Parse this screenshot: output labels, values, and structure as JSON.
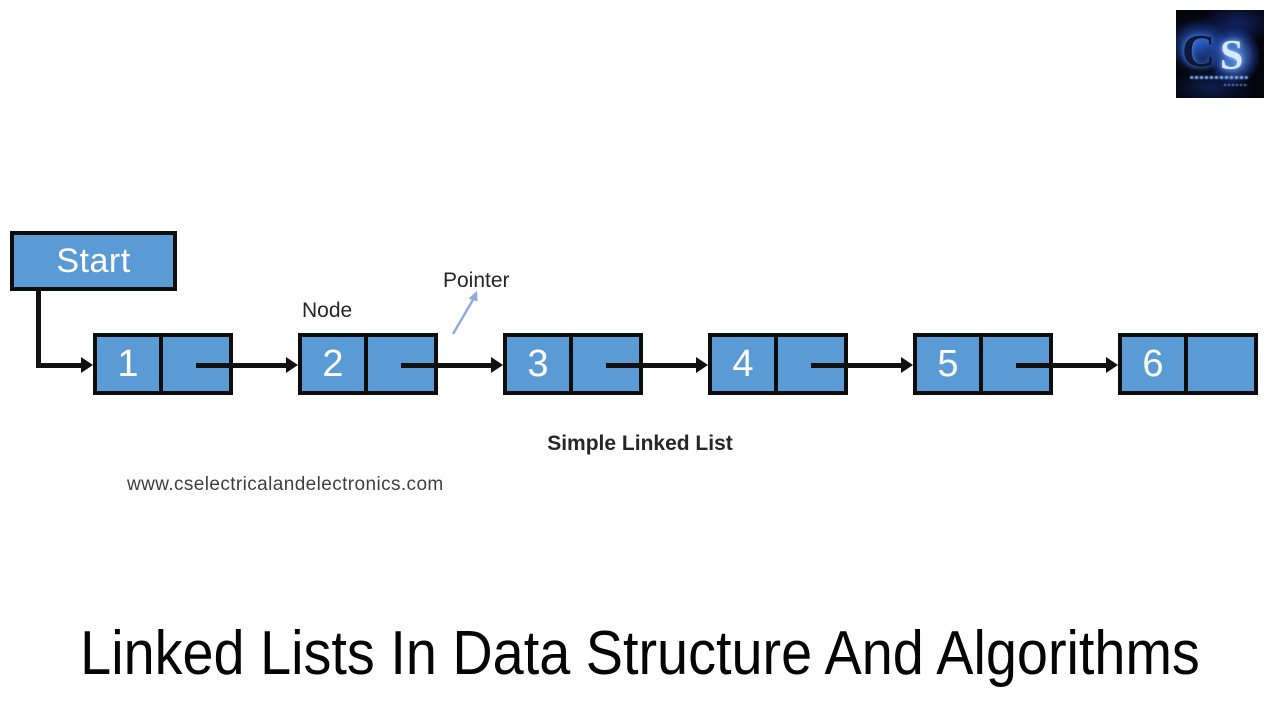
{
  "page": {
    "background": "#ffffff"
  },
  "logo": {
    "letter_c": "C",
    "letter_s": "S"
  },
  "diagram": {
    "start_label": "Start",
    "node_label": "Node",
    "pointer_label": "Pointer",
    "caption": "Simple Linked List",
    "watermark": "www.cselectricalandelectronics.com",
    "nodes": [
      "1",
      "2",
      "3",
      "4",
      "5",
      "6"
    ],
    "colors": {
      "node_fill": "#5B9BD5",
      "node_border": "#0d0d0d",
      "arrow": "#111111",
      "pointer_arrow": "#8FAADC",
      "label_text": "#262626"
    }
  },
  "title": {
    "text": "Linked Lists In Data Structure And Algorithms"
  }
}
